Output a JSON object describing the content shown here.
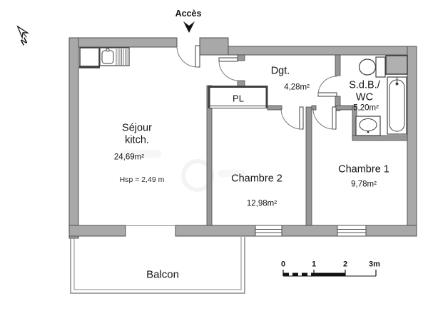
{
  "labels": {
    "access": "Accès",
    "north": "N"
  },
  "rooms": {
    "sejour": {
      "name": "Séjour\nkitch.",
      "area": "24,69m²",
      "height_note": "Hsp = 2,49 m"
    },
    "degagement": {
      "name": "Dgt.",
      "area": "4,28m²"
    },
    "salle_de_bain": {
      "name": "S.d.B./\nWC",
      "area": "5,20m²"
    },
    "chambre2": {
      "name": "Chambre 2",
      "area": "12,98m²"
    },
    "chambre1": {
      "name": "Chambre 1",
      "area": "9,78m²"
    },
    "placard": {
      "name": "PL"
    },
    "balcon": {
      "name": "Balcon"
    }
  },
  "scale_bar": {
    "labels": [
      "0",
      "1",
      "2",
      "3m"
    ]
  },
  "colors": {
    "wall": "#a8a8a8",
    "wall_outline": "#4f4f4f",
    "interior_wall": "#979797",
    "fixture_outline": "#3f3f3f",
    "text": "#151515"
  }
}
